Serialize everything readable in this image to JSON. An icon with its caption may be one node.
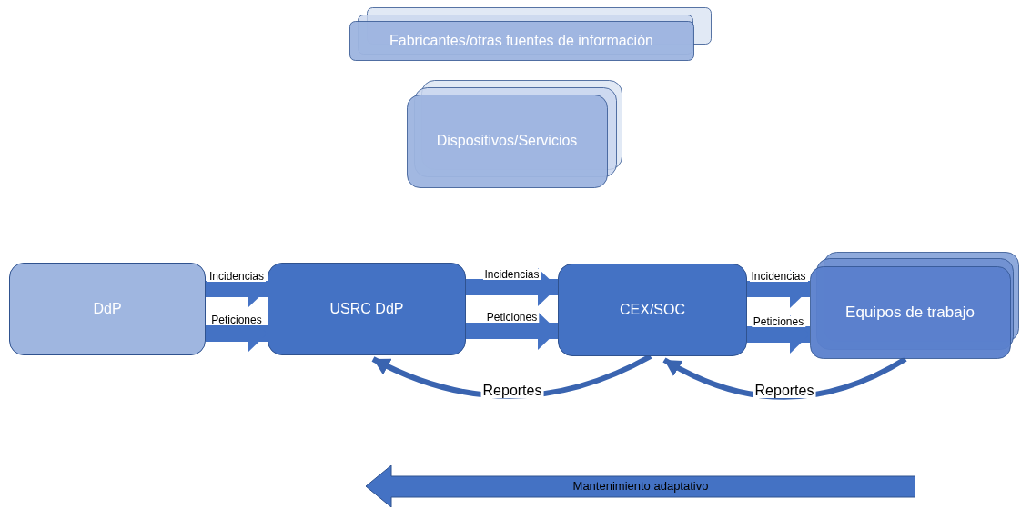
{
  "diagram": {
    "nodes": [
      {
        "text": [
          "Fabricantes/otras fuentes de información"
        ]
      },
      {
        "text": [
          "Dispositivos/Servicios"
        ]
      },
      {
        "text": [
          "DdP"
        ]
      },
      {
        "text": [
          "USRC DdP"
        ]
      },
      {
        "text": [
          "CEX/SOC"
        ]
      },
      {
        "text": [
          "Equipos de trabajo"
        ]
      },
      {
        "text": [
          "Mantenimiento adaptativo"
        ]
      }
    ],
    "edges": [
      {
        "from": 2,
        "to": 3,
        "arrow": "to",
        "label": "Incidencias"
      },
      {
        "from": 2,
        "to": 3,
        "arrow": "to",
        "label": "Peticiones"
      },
      {
        "from": 3,
        "to": 4,
        "arrow": "to",
        "label": "Incidencias"
      },
      {
        "from": 3,
        "to": 4,
        "arrow": "to",
        "label": "Peticiones"
      },
      {
        "from": 4,
        "to": 5,
        "arrow": "to",
        "label": "Incidencias"
      },
      {
        "from": 4,
        "to": 5,
        "arrow": "to",
        "label": "Peticiones"
      },
      {
        "from": 4,
        "to": 3,
        "arrow": "to",
        "label": "Reportes"
      },
      {
        "from": 5,
        "to": 4,
        "arrow": "to",
        "label": "Reportes"
      }
    ]
  }
}
